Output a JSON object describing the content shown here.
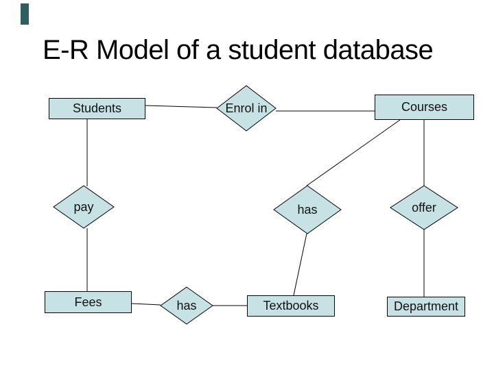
{
  "slide": {
    "title": "E-R Model of a student database",
    "colors": {
      "background": "#FFFFFF",
      "shape_fill": "#C7E2E4",
      "shape_border": "#000000",
      "connector": "#000000",
      "accent_bar": "#2E5E5E",
      "title_text": "#000000"
    },
    "entities": {
      "students": {
        "label": "Students"
      },
      "courses": {
        "label": "Courses"
      },
      "fees": {
        "label": "Fees"
      },
      "textbooks": {
        "label": "Textbooks"
      },
      "department": {
        "label": "Department"
      }
    },
    "relationships": {
      "enrol_in": {
        "label": "Enrol in"
      },
      "pay": {
        "label": "pay"
      },
      "has_courses_textbook": {
        "label": "has"
      },
      "offer": {
        "label": "offer"
      },
      "has_fees_textbook": {
        "label": "has"
      }
    }
  }
}
